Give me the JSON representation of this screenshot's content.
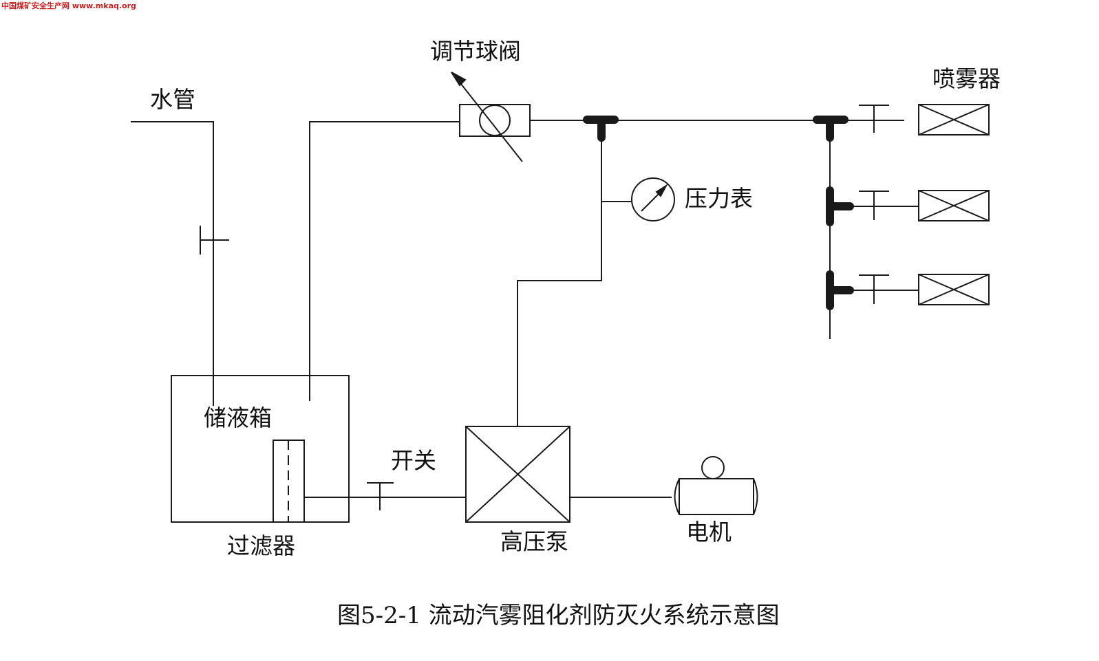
{
  "watermark": "中国煤矿安全生产网 www.mkaq.org",
  "labels": {
    "water_pipe": "水管",
    "regulating_ball_valve": "调节球阀",
    "sprayer": "喷雾器",
    "pressure_gauge": "压力表",
    "storage_tank": "储液箱",
    "switch": "开关",
    "filter": "过滤器",
    "high_pressure_pump": "高压泵",
    "motor": "电机"
  },
  "caption": "图5-2-1  流动汽雾阻化剂防灭火系统示意图",
  "colors": {
    "line": "#1a1a1a",
    "watermark": "#c81e1e"
  }
}
